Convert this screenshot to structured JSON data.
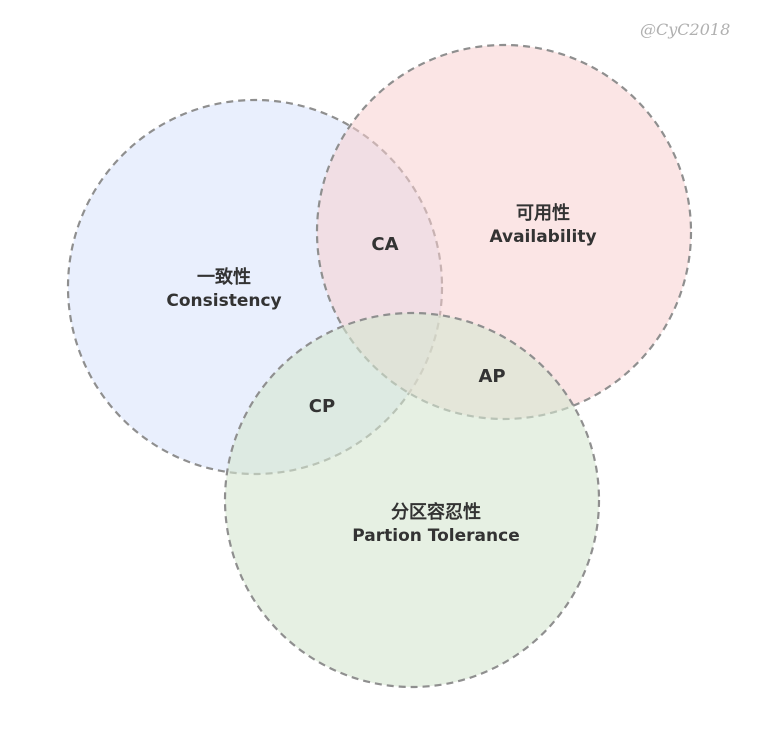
{
  "watermark": "@CyC2018",
  "sets": {
    "consistency": {
      "title": "一致性",
      "subtitle": "Consistency",
      "fill": "#e9effc",
      "stroke": "#8f8f8f"
    },
    "availability": {
      "title": "可用性",
      "subtitle": "Availability",
      "fill": "#fbe3e3",
      "stroke": "#8f8f8f"
    },
    "partition_tolerance": {
      "title": "分区容忍性",
      "subtitle": "Partion Tolerance",
      "fill": "#e6efe4",
      "stroke": "#8f8f8f"
    }
  },
  "intersections": {
    "ca": "CA",
    "cp": "CP",
    "ap": "AP"
  }
}
